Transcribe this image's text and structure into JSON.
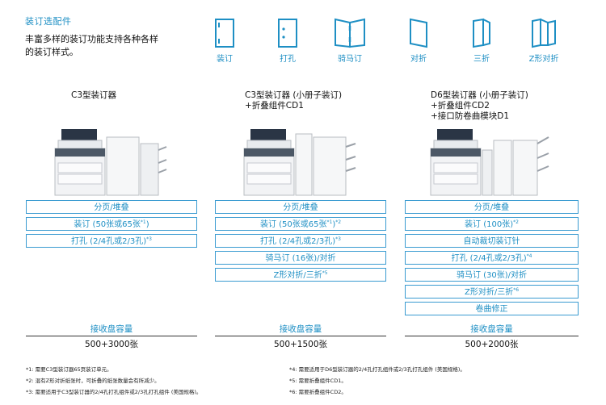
{
  "section": {
    "title": "装订选配件",
    "desc_line1": "丰富多样的装订功能支持各种各样",
    "desc_line2": "的装订样式。"
  },
  "binding_styles": [
    {
      "label": "装订",
      "icon": "staple-icon"
    },
    {
      "label": "打孔",
      "icon": "hole-punch-icon"
    },
    {
      "label": "骑马订",
      "icon": "saddle-stitch-icon"
    },
    {
      "label": "对折",
      "icon": "bi-fold-icon"
    },
    {
      "label": "三折",
      "icon": "tri-fold-icon"
    },
    {
      "label": "Z形对折",
      "icon": "z-fold-icon"
    }
  ],
  "columns": [
    {
      "title_lines": [
        "C3型装订器"
      ],
      "features": [
        {
          "text": "分页/堆叠",
          "sup": ""
        },
        {
          "text": "装订 (50张或65张",
          "sup": "*1",
          "tail": ")"
        },
        {
          "text": "打孔 (2/4孔或2/3孔)",
          "sup": "*3"
        }
      ],
      "tray_title": "接收盘容量",
      "tray_value": "500+3000张"
    },
    {
      "title_lines": [
        "C3型装订器 (小册子装订)",
        "+折叠组件CD1"
      ],
      "features": [
        {
          "text": "分页/堆叠",
          "sup": ""
        },
        {
          "text": "装订 (50张或65张",
          "sup": "*1",
          "tail": ")",
          "sup2": "*2"
        },
        {
          "text": "打孔 (2/4孔或2/3孔)",
          "sup": "*3"
        },
        {
          "text": "骑马订 (16张)/对折",
          "sup": ""
        },
        {
          "text": "Z形对折/三折",
          "sup": "*5"
        }
      ],
      "tray_title": "接收盘容量",
      "tray_value": "500+1500张"
    },
    {
      "title_lines": [
        "D6型装订器 (小册子装订)",
        "+折叠组件CD2",
        "+接口防卷曲模块D1"
      ],
      "features": [
        {
          "text": "分页/堆叠",
          "sup": ""
        },
        {
          "text": "装订 (100张)",
          "sup": "*2"
        },
        {
          "text": "自动裁切装订针",
          "sup": ""
        },
        {
          "text": "打孔 (2/4孔或2/3孔)",
          "sup": "*4"
        },
        {
          "text": "骑马订 (30张)/对折",
          "sup": ""
        },
        {
          "text": "Z形对折/三折",
          "sup": "*6"
        },
        {
          "text": "卷曲修正",
          "sup": ""
        }
      ],
      "tray_title": "接收盘容量",
      "tray_value": "500+2000张"
    }
  ],
  "footnotes": {
    "left": [
      {
        "mark": "*1:",
        "text": "需要C3型装订器65页装订单元。"
      },
      {
        "mark": "*2:",
        "text": "混有Z形对折纸张时，可折叠的纸张数量会有所减少。"
      },
      {
        "mark": "*3:",
        "text": "需要适用于C3型装订器的2/4孔打孔组件或2/3孔打孔组件 (美国规格)。"
      }
    ],
    "right": [
      {
        "mark": "*4:",
        "text": "需要适用于D6型装订器的2/4孔打孔组件或2/3孔打孔组件 (美国规格)。"
      },
      {
        "mark": "*5:",
        "text": "需要折叠组件CD1。"
      },
      {
        "mark": "*6:",
        "text": "需要折叠组件CD2。"
      }
    ]
  },
  "colors": {
    "accent": "#1e8fc4",
    "border": "#3a9bd1"
  }
}
